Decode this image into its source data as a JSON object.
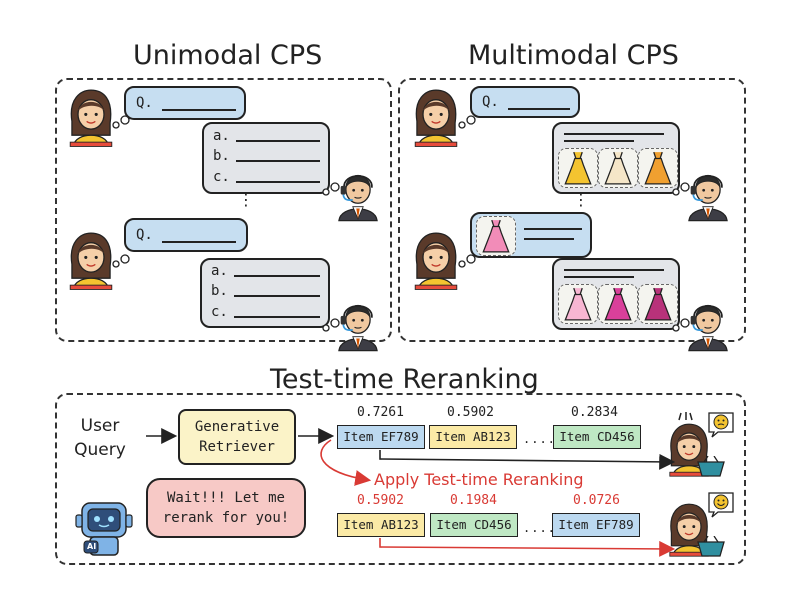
{
  "titles": {
    "unimodal": "Unimodal CPS",
    "multimodal": "Multimodal CPS",
    "reranking": "Test-time Reranking"
  },
  "unimodal": {
    "query_label": "Q.",
    "answer_labels": [
      "a.",
      "b.",
      "c."
    ],
    "ellipsis": "⋮"
  },
  "multimodal": {
    "query_label": "Q.",
    "ellipsis": "⋮"
  },
  "reranking": {
    "user_query": [
      "User",
      "Query"
    ],
    "retriever": [
      "Generative",
      "Retriever"
    ],
    "robot_label": "AI",
    "robot_speech": [
      "Wait!!! Let me",
      "rerank for you!"
    ],
    "apply_label": "Apply Test-time Reranking",
    "dots": "......",
    "before": [
      {
        "item": "Item EF789",
        "score": "0.7261",
        "color": "#bcd9f0"
      },
      {
        "item": "Item AB123",
        "score": "0.5902",
        "color": "#fbeaa6"
      },
      {
        "item": "Item CD456",
        "score": "0.2834",
        "color": "#bfe8c4"
      }
    ],
    "after": [
      {
        "item": "Item AB123",
        "score": "0.5902",
        "color": "#fbeaa6"
      },
      {
        "item": "Item CD456",
        "score": "0.1984",
        "color": "#bfe8c4"
      },
      {
        "item": "Item EF789",
        "score": "0.0726",
        "color": "#bcd9f0"
      }
    ],
    "colors": {
      "accent": "#d93a34",
      "retriever_bg": "#fbf3c8",
      "speech_bg": "#f7c9c6"
    }
  }
}
